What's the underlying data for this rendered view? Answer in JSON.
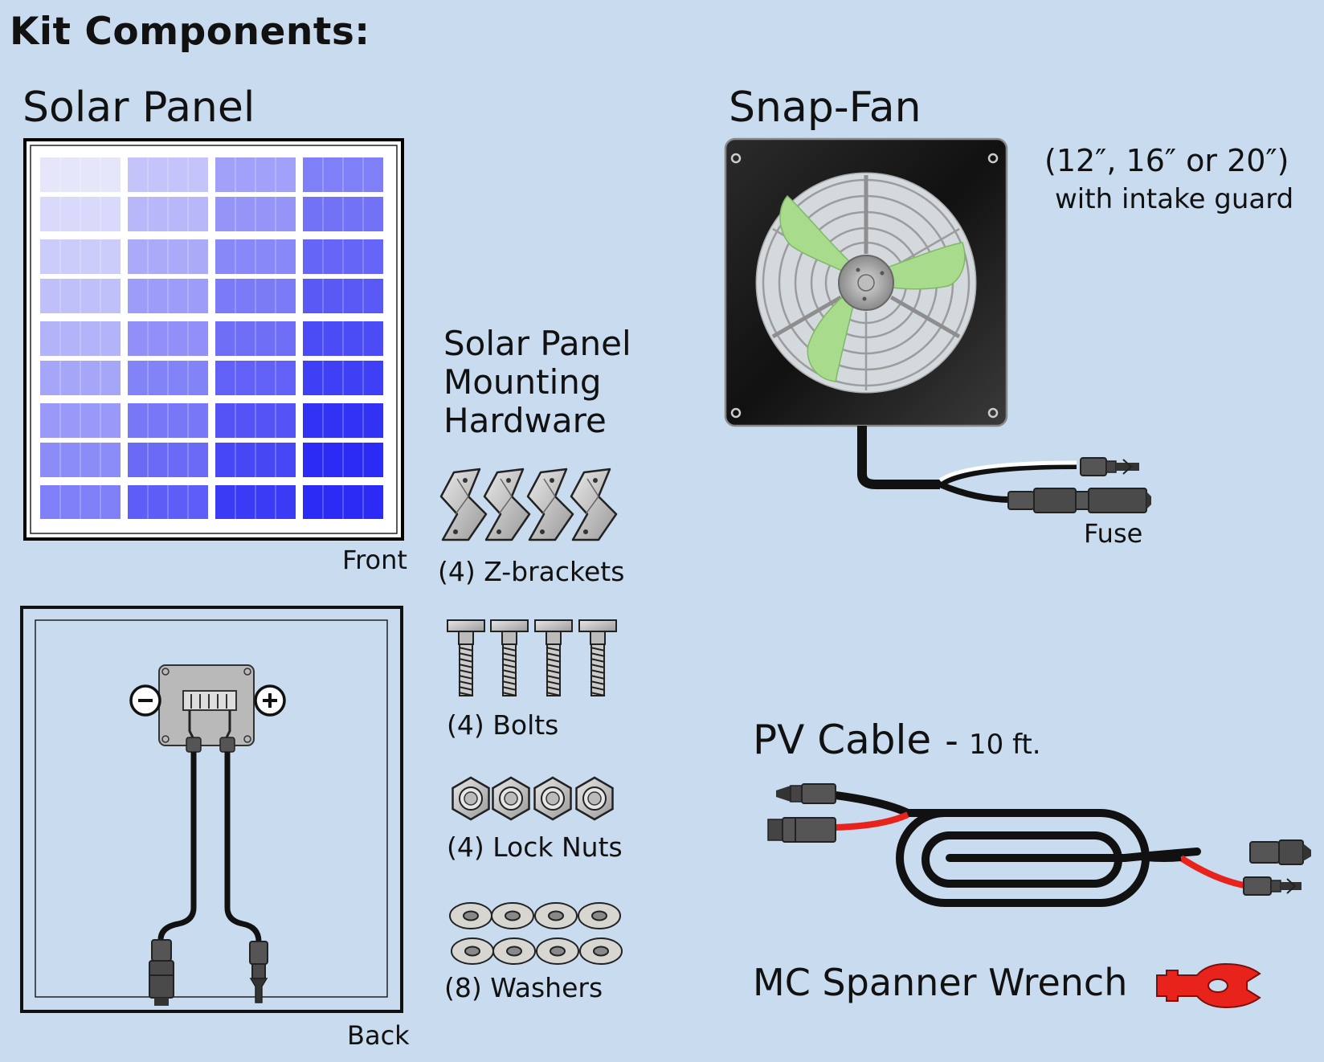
{
  "title": "Kit Components:",
  "solar_panel": {
    "heading": "Solar Panel",
    "front_label": "Front",
    "back_label": "Back",
    "negative_symbol": "−",
    "positive_symbol": "+"
  },
  "mounting_hardware": {
    "heading_lines": [
      "Solar Panel",
      "Mounting",
      "Hardware"
    ],
    "items": [
      {
        "label": "(4) Z-brackets"
      },
      {
        "label": "(4) Bolts"
      },
      {
        "label": "(4) Lock Nuts"
      },
      {
        "label": "(8) Washers"
      }
    ]
  },
  "snap_fan": {
    "heading": "Snap-Fan",
    "sizes": "(12″, 16″ or 20″)",
    "note": "with intake guard",
    "fuse_label": "Fuse"
  },
  "pv_cable": {
    "heading": "PV Cable",
    "separator": "-",
    "length": "10 ft."
  },
  "wrench": {
    "label": "MC Spanner Wrench"
  },
  "colors": {
    "background": "#c9dbef",
    "cell_light": "#e6e6fb",
    "cell_dark": "#2b2bf5",
    "fan_housing": "#1e1e1e",
    "fan_blade": "#a8dc8c",
    "cable_red": "#e8231c",
    "wrench_red": "#e8231c"
  }
}
